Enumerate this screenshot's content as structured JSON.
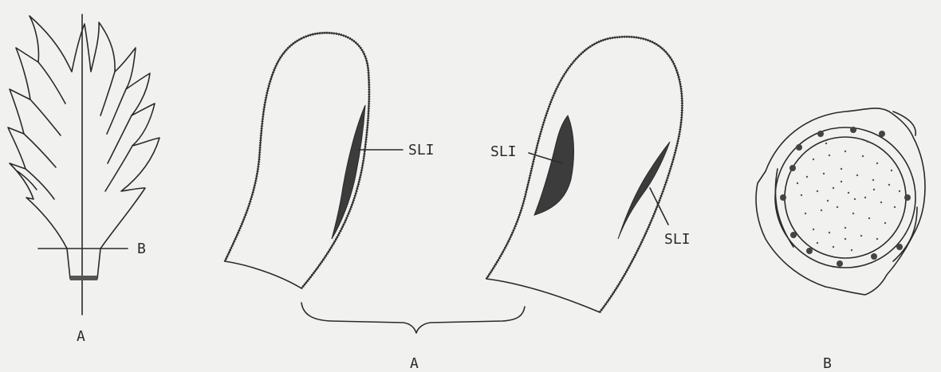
{
  "labels": {
    "plant_axis": "A",
    "plant_section": "B",
    "leaf_group": "A",
    "cross_section": "B",
    "sli_left": "SLI",
    "sli_middle": "SLI",
    "sli_right": "SLI"
  },
  "colors": {
    "ink": "#2a2a2a",
    "paper": "#f1f1ef",
    "stain": "#3c3c3c"
  }
}
